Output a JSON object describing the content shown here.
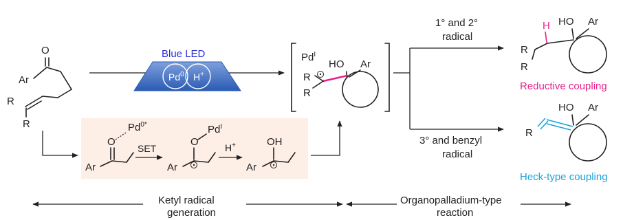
{
  "colors": {
    "led_text": "#2b2bd8",
    "prism_top": "#6f95d6",
    "prism_bottom": "#2a5bb4",
    "box_fill": "#fdeee6",
    "reductive": "#e6218a",
    "heck": "#1aa3d9",
    "text": "#222222"
  },
  "led": {
    "label": "Blue LED",
    "pd0": "Pd",
    "pd0_sup": "0",
    "proton": "H",
    "proton_sup": "+"
  },
  "substrate": {
    "o": "O",
    "ar": "Ar",
    "r1": "R",
    "r2": "R"
  },
  "ketyl": {
    "s1_pd": "Pd",
    "s1_pd_sup": "0*",
    "s1_o": "O",
    "s1_ar": "Ar",
    "set": "SET",
    "s2_o": "O",
    "s2_pd": "Pd",
    "s2_pd_sup": "I",
    "s2_ar": "Ar",
    "h": "H",
    "h_sup": "+",
    "s3_oh": "OH",
    "s3_ar": "Ar"
  },
  "intermediate": {
    "pd": "Pd",
    "pd_sup": "I",
    "ho": "HO",
    "ar": "Ar",
    "r1": "R",
    "r2": "R"
  },
  "branch_top": {
    "line1": "1° and 2°",
    "line2": "radical"
  },
  "branch_bottom": {
    "line1": "3° and benzyl",
    "line2": "radical"
  },
  "product_reductive": {
    "h": "H",
    "ho": "HO",
    "ar": "Ar",
    "r1": "R",
    "r2": "R",
    "caption": "Reductive coupling"
  },
  "product_heck": {
    "ho": "HO",
    "ar": "Ar",
    "r": "R",
    "caption": "Heck-type coupling"
  },
  "bottom": {
    "left_line1": "Ketyl radical",
    "left_line2": "generation",
    "right_line1": "Organopalladium-type",
    "right_line2": "reaction"
  }
}
